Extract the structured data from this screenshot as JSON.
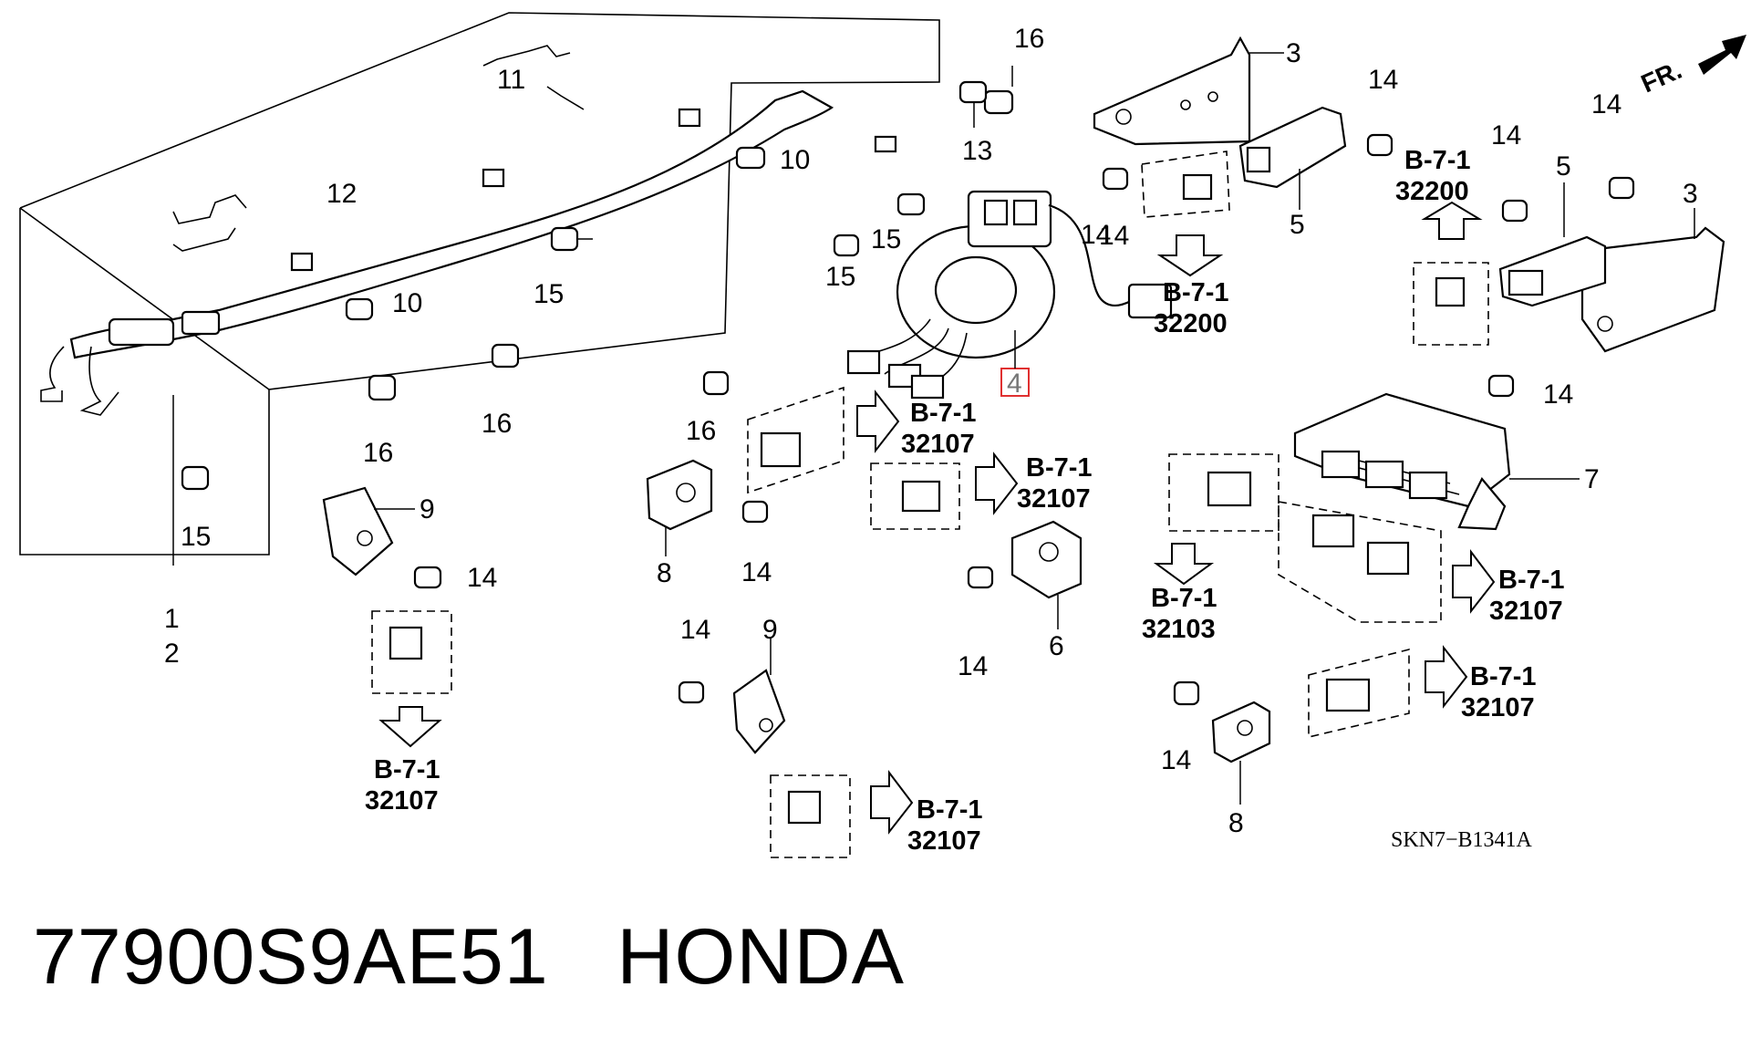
{
  "diagram": {
    "drawing_code": "SKN7−B1341A",
    "direction_label": "FR.",
    "highlighted_callout": "4",
    "callouts": [
      "1",
      "2",
      "3",
      "3",
      "4",
      "5",
      "5",
      "6",
      "7",
      "8",
      "8",
      "9",
      "9",
      "10",
      "10",
      "11",
      "12",
      "13",
      "14",
      "14",
      "14",
      "14",
      "14",
      "14",
      "14",
      "14",
      "14",
      "14",
      "14",
      "15",
      "15",
      "15",
      "15",
      "16",
      "16",
      "16",
      "16"
    ],
    "references": [
      {
        "section": "B-7-1",
        "code": "32200"
      },
      {
        "section": "B-7-1",
        "code": "32200"
      },
      {
        "section": "B-7-1",
        "code": "32107"
      },
      {
        "section": "B-7-1",
        "code": "32107"
      },
      {
        "section": "B-7-1",
        "code": "32107"
      },
      {
        "section": "B-7-1",
        "code": "32107"
      },
      {
        "section": "B-7-1",
        "code": "32107"
      },
      {
        "section": "B-7-1",
        "code": "32103"
      },
      {
        "section": "B-7-1",
        "code": "32107"
      }
    ]
  },
  "caption": {
    "part_number": "77900S9AE51",
    "brand": "HONDA"
  }
}
